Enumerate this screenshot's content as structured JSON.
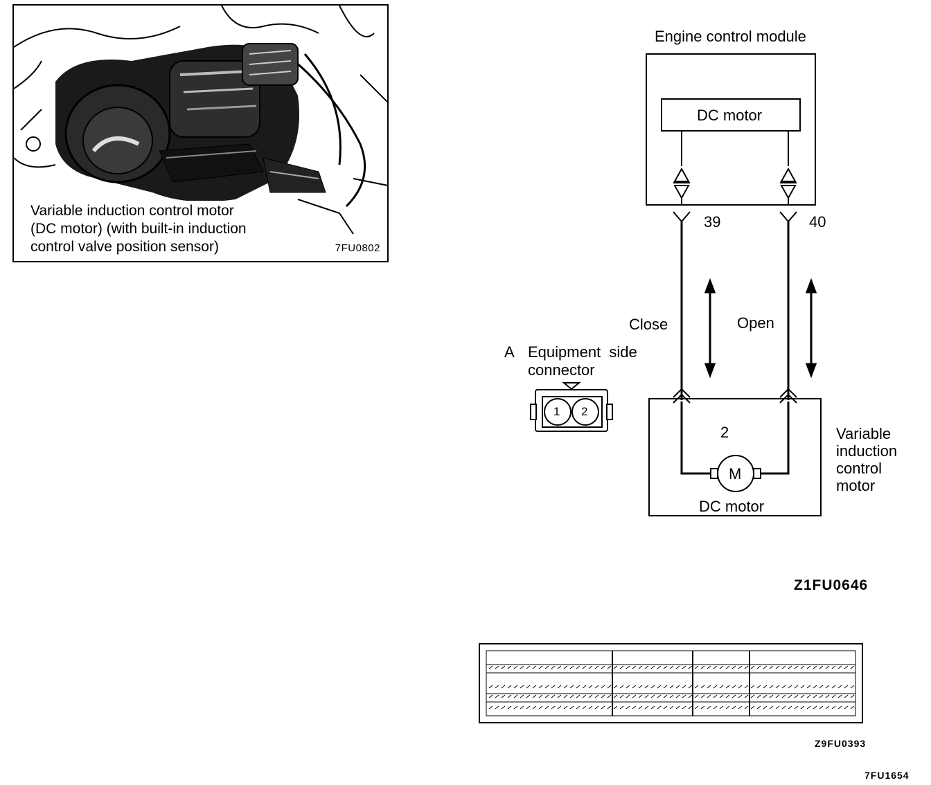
{
  "photo": {
    "caption_line1": "Variable induction control motor",
    "caption_line2": "(DC motor) (with built-in induction",
    "caption_line3": "control valve position sensor)",
    "code": "7FU0802"
  },
  "diagram": {
    "ecm_title": "Engine control module",
    "ecm_inner_label": "DC motor",
    "terminal_left": "39",
    "terminal_right": "40",
    "close_label": "Close",
    "open_label": "Open",
    "motor_pin": "2",
    "motor_symbol": "M",
    "motor_box_label": "DC motor",
    "motor_name_line1": "Variable",
    "motor_name_line2": "induction",
    "motor_name_line3": "control",
    "motor_name_line4": "motor",
    "code": "Z1FU0646"
  },
  "connector": {
    "letter": "A",
    "title_line1": "Equipment  side",
    "title_line2": "connector",
    "pin1": "1",
    "pin2": "2"
  },
  "ecu_connector": {
    "code": "Z9FU0393"
  },
  "page_code": "7FU1654"
}
